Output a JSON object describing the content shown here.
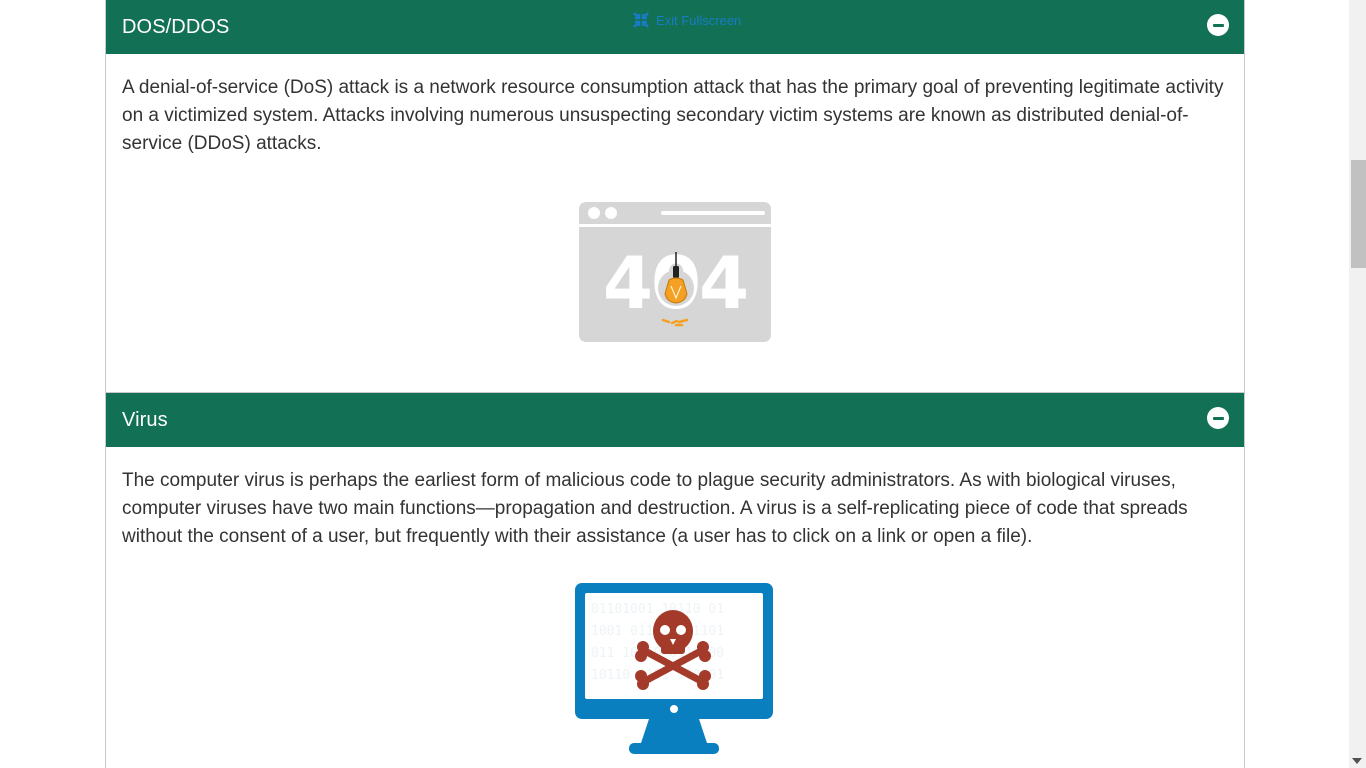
{
  "fullscreen": {
    "exit_label": "Exit Fullscreen"
  },
  "panels": [
    {
      "title": "DOS/DDOS",
      "body": "A denial-of-service (DoS) attack is a network resource consumption attack that has the primary goal of preventing legitimate activity on a victimized system. Attacks involving numerous unsuspecting secondary victim systems are known as distributed denial-of-service (DDoS) attacks.",
      "illustration": "404-lightbulb-icon",
      "expanded": true
    },
    {
      "title": "Virus",
      "body": "The computer virus is perhaps the earliest form of malicious code to plague security administrators. As with biological viruses, computer viruses have two main functions—propagation and destruction. A virus is a self-replicating piece of code that spreads without the consent of a user, but frequently with their assistance (a user has to click on a link or open a file).",
      "illustration": "infected-monitor-icon",
      "expanded": true
    }
  ],
  "illus_404_text": "404",
  "colors": {
    "header_bg": "#127054",
    "header_text": "#ffffff",
    "body_text": "#333333",
    "monitor_blue": "#0a7fbf",
    "skull_red": "#a33a2a",
    "bulb_orange": "#f4a024",
    "browser_gray": "#d6d6d6"
  }
}
